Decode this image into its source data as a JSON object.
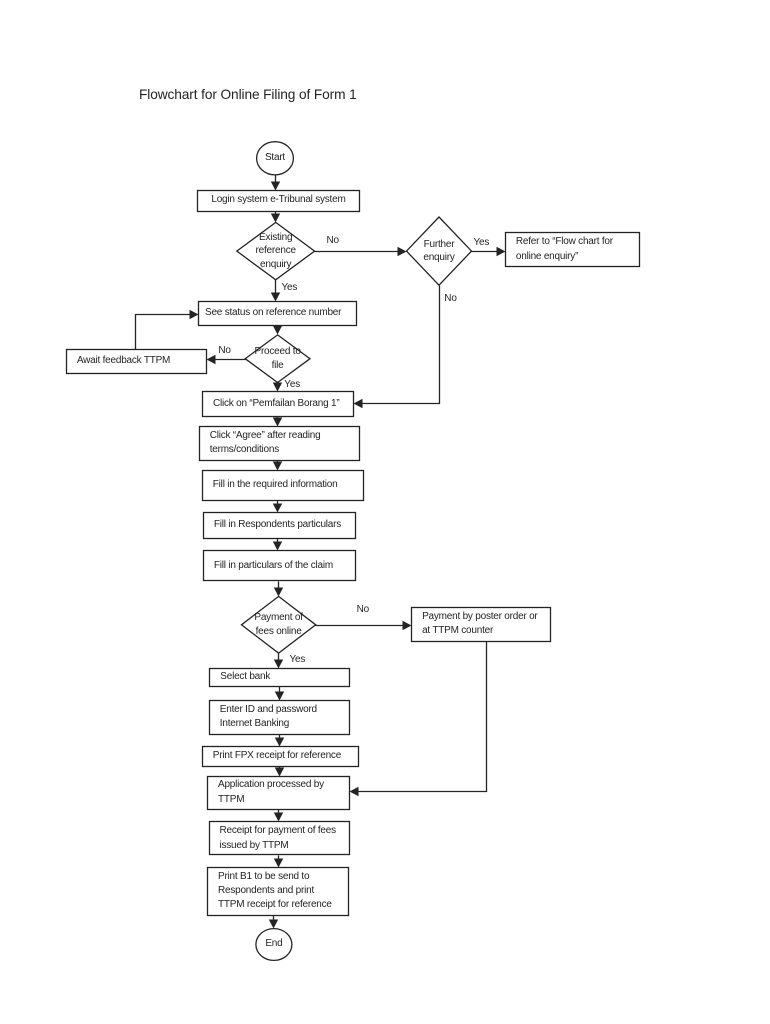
{
  "title": "Flowchart for Online Filing of Form 1",
  "colors": {
    "ink": "#242424",
    "background": "#ffffff"
  },
  "nodes": {
    "start": "Start",
    "login": "Login system e-Tribunal system",
    "existing_reference": "Existing\nreference\nenquiry",
    "further_enquiry": "Further\nenquiry",
    "refer_flow_chart": "Refer to “Flow chart for\nonline enquiry”",
    "see_status": "See status on reference number",
    "proceed_to_file": "Proceed to\nfile",
    "await_feedback": "Await feedback TTPM",
    "click_borang": "Click on “Pemfailan Borang 1”",
    "click_agree": "Click “Agree” after reading\nterms/conditions",
    "fill_required": "Fill in the required information",
    "fill_respondents": "Fill in Respondents particulars",
    "fill_claim": "Fill in particulars of the claim",
    "payment_online": "Payment of\nfees online",
    "payment_poster": "Payment by poster order or\nat TTPM counter",
    "select_bank": "Select bank",
    "enter_id": "Enter ID and password\nInternet Banking",
    "print_fpx": "Print FPX receipt for reference",
    "application_processed": "Application processed by\nTTPM",
    "receipt_fees": "Receipt for payment of fees\nissued by TTPM",
    "print_b1": "Print B1 to be send to\nRespondents and print\nTTPM receipt for reference",
    "end": "End"
  },
  "edge_labels": {
    "existing_no": "No",
    "existing_yes": "Yes",
    "further_yes": "Yes",
    "further_no": "No",
    "proceed_no": "No",
    "proceed_yes": "Yes",
    "payment_no": "No",
    "payment_yes": "Yes"
  }
}
